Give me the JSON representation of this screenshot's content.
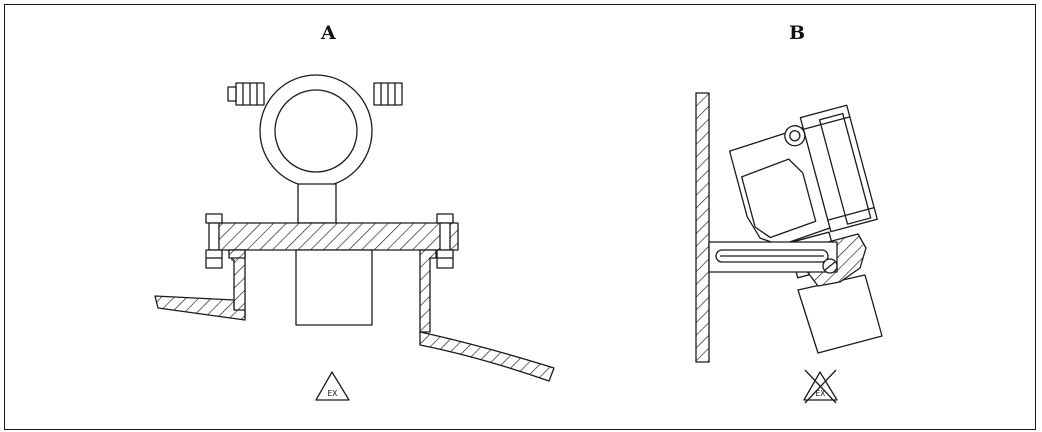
{
  "panels": {
    "a": {
      "label": "A",
      "ex_mark": "EX"
    },
    "b": {
      "label": "B",
      "ex_mark": "EX"
    }
  },
  "colors": {
    "line": "#1a1a1a",
    "background": "#ffffff"
  }
}
